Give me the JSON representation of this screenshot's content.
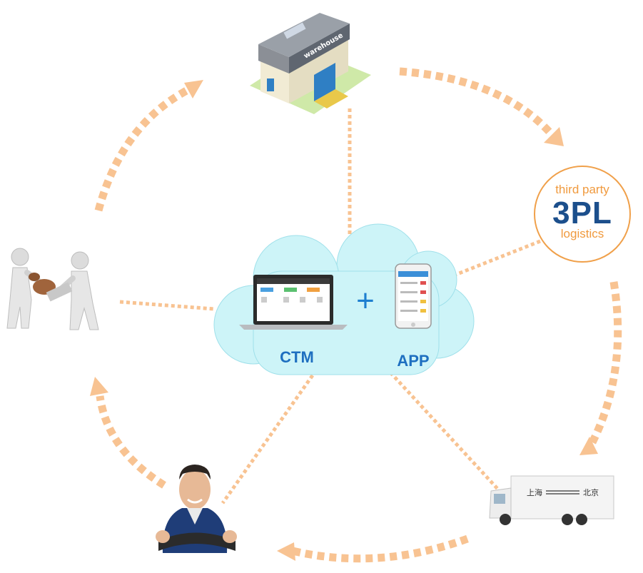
{
  "colors": {
    "arrow": "#f8c392",
    "cloud": "#cdf4f8",
    "label": "#1e6fc0",
    "tpl_orange": "#f09a3e",
    "tpl_navy": "#1c4f8c"
  },
  "warehouse": {
    "sign": "warehouse"
  },
  "cloud": {
    "ctm_label": "CTM",
    "plus": "+",
    "app_label": "APP"
  },
  "third_party_logo": {
    "line1": "third party",
    "line2": "3PL",
    "line3": "logistics"
  },
  "truck": {
    "from": "上海",
    "to": "北京"
  },
  "icons": [
    "warehouse-icon",
    "third-party-logistics-logo",
    "truck-icon",
    "driver-icon",
    "handover-figures-icon",
    "laptop-icon",
    "phone-icon"
  ]
}
